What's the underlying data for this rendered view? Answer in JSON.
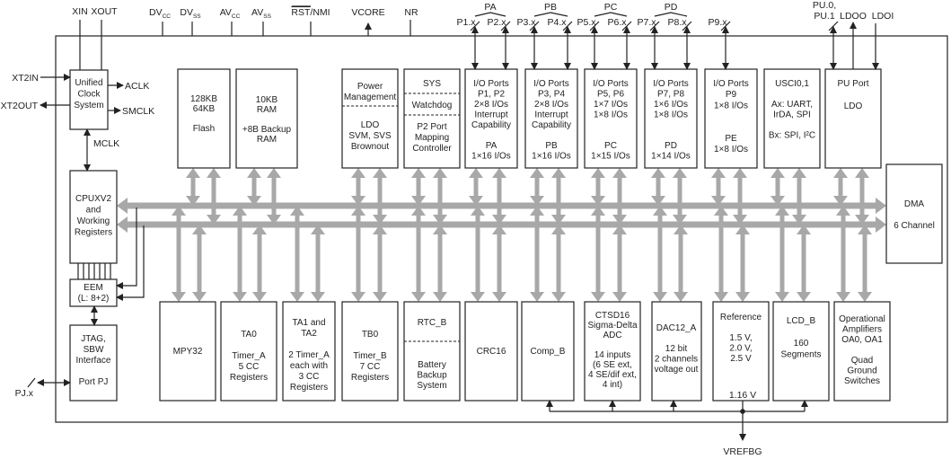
{
  "pins_top": {
    "xin": "XIN",
    "xout": "XOUT",
    "dvcc_main": "DV",
    "dvcc_sub": "CC",
    "dvss_main": "DV",
    "dvss_sub": "SS",
    "avcc_main": "AV",
    "avcc_sub": "CC",
    "avss_main": "AV",
    "avss_sub": "SS",
    "rst": "RST",
    "rst_suffix": "/NMI",
    "vcore": "VCORE",
    "nr": "NR",
    "pa": "PA",
    "pb": "PB",
    "pc": "PC",
    "pd": "PD",
    "p1": "P1.x",
    "p2": "P2.x",
    "p3": "P3.x",
    "p4": "P4.x",
    "p5": "P5.x",
    "p6": "P6.x",
    "p7": "P7.x",
    "p8": "P8.x",
    "p9": "P9.x",
    "pu0": "PU.0,",
    "pu1": "PU.1",
    "ldoo": "LDOO",
    "ldoi": "LDOI"
  },
  "pins_side": {
    "xt2in": "XT2IN",
    "xt2out": "XT2OUT",
    "aclk": "ACLK",
    "smclk": "SMCLK",
    "mclk": "MCLK",
    "pjx": "PJ.x",
    "vrefbg": "VREFBG"
  },
  "blocks": {
    "ucs": [
      "Unified",
      "Clock",
      "System"
    ],
    "flash": [
      "128KB",
      "64KB",
      "",
      "Flash"
    ],
    "ram": [
      "10KB",
      "RAM",
      "",
      "+8B Backup",
      "RAM"
    ],
    "pmm_top": [
      "Power",
      "Management"
    ],
    "pmm_bottom": [
      "LDO",
      "SVM, SVS",
      "Brownout"
    ],
    "sys": "SYS",
    "watchdog": "Watchdog",
    "p2map": [
      "P2 Port",
      "Mapping",
      "Controller"
    ],
    "io_pa": [
      "I/O Ports",
      "P1, P2",
      "2×8 I/Os",
      "Interrupt",
      "Capability",
      "",
      "PA",
      "1×16 I/Os"
    ],
    "io_pb": [
      "I/O Ports",
      "P3, P4",
      "2×8 I/Os",
      "Interrupt",
      "Capability",
      "",
      "PB",
      "1×16 I/Os"
    ],
    "io_pc": [
      "I/O Ports",
      "P5, P6",
      "1×7 I/Os",
      "1×8 I/Os",
      "",
      "",
      "PC",
      "1×15 I/Os"
    ],
    "io_pd": [
      "I/O Ports",
      "P7, P8",
      "1×6 I/Os",
      "1×8 I/Os",
      "",
      "",
      "PD",
      "1×14 I/Os"
    ],
    "io_pe": [
      "I/O Ports",
      "P9",
      "1×8 I/Os",
      "",
      "",
      "PE",
      "1×8 I/Os"
    ],
    "usci": [
      "USCI0,1",
      "",
      "Ax: UART,",
      "IrDA, SPI",
      "",
      "Bx: SPI, I²C"
    ],
    "puport": [
      "PU Port",
      "",
      "LDO"
    ],
    "cpu": [
      "CPUXV2",
      "and",
      "Working",
      "Registers"
    ],
    "dma": [
      "DMA",
      "",
      "6 Channel"
    ],
    "eem": [
      "EEM",
      "(L: 8+2)"
    ],
    "jtag": [
      "JTAG,",
      "SBW",
      "Interface",
      "",
      "Port PJ"
    ],
    "mpy": "MPY32",
    "ta0": [
      "TA0",
      "",
      "Timer_A",
      "5 CC",
      "Registers"
    ],
    "ta12": [
      "TA1 and",
      "TA2",
      "",
      "2 Timer_A",
      "each with",
      "3 CC",
      "Registers"
    ],
    "tb0": [
      "TB0",
      "",
      "Timer_B",
      "7 CC",
      "Registers"
    ],
    "rtc": "RTC_B",
    "battery": [
      "Battery",
      "Backup",
      "System"
    ],
    "crc": "CRC16",
    "comp": "Comp_B",
    "ctsd": [
      "CTSD16",
      "Sigma-Delta",
      "ADC",
      "",
      "14 inputs",
      "(6 SE ext,",
      "4 SE/dif ext,",
      "4 int)"
    ],
    "dac": [
      "DAC12_A",
      "",
      "12 bit",
      "2 channels",
      "voltage out"
    ],
    "ref": [
      "Reference",
      "",
      "1.5 V,",
      "2.0 V,",
      "2.5 V"
    ],
    "ref_116": "1.16 V",
    "lcd": [
      "LCD_B",
      "",
      "160",
      "Segments"
    ],
    "opamp": [
      "Operational",
      "Amplifiers",
      "OA0, OA1",
      "",
      "Quad",
      "Ground",
      "Switches"
    ]
  },
  "colors": {
    "bus": "#a8a8a8",
    "line": "#222222",
    "background": "#ffffff"
  }
}
